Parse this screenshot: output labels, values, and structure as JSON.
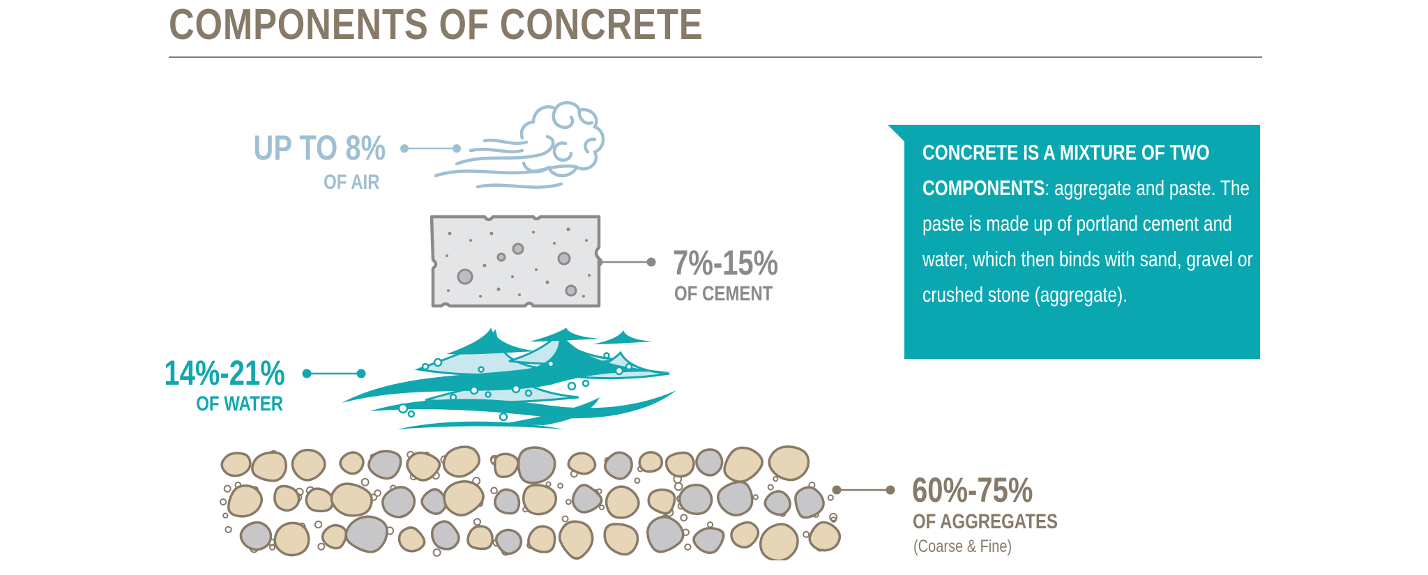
{
  "title": "COMPONENTS OF CONCRETE",
  "components": {
    "air": {
      "amount": "UP TO 8%",
      "label": "OF AIR"
    },
    "cement": {
      "amount": "7%-15%",
      "label": "OF CEMENT"
    },
    "water": {
      "amount": "14%-21%",
      "label": "OF WATER"
    },
    "aggregates": {
      "amount": "60%-75%",
      "label": "OF  AGGREGATES",
      "note": "(Coarse & Fine)"
    }
  },
  "callout": {
    "bold_text": "CONCRETE IS A MIXTURE OF TWO COMPONENTS",
    "text": ": aggregate and paste. The paste is made up of portland cement and water, which then binds with  sand, gravel or crushed stone (aggregate)."
  },
  "colors": {
    "title": "#877a69",
    "air": "#9fbfd3",
    "cement": "#8a8a8a",
    "water": "#11a7ae",
    "aggregates": "#877a69",
    "callout_bg": "#0aa7b1",
    "stone_tan": "#e6d5b6",
    "stone_grey": "#c7c7c9"
  },
  "icons": [
    "air-swirl-icon",
    "cement-block-icon",
    "water-waves-icon",
    "aggregate-stones-icon"
  ]
}
